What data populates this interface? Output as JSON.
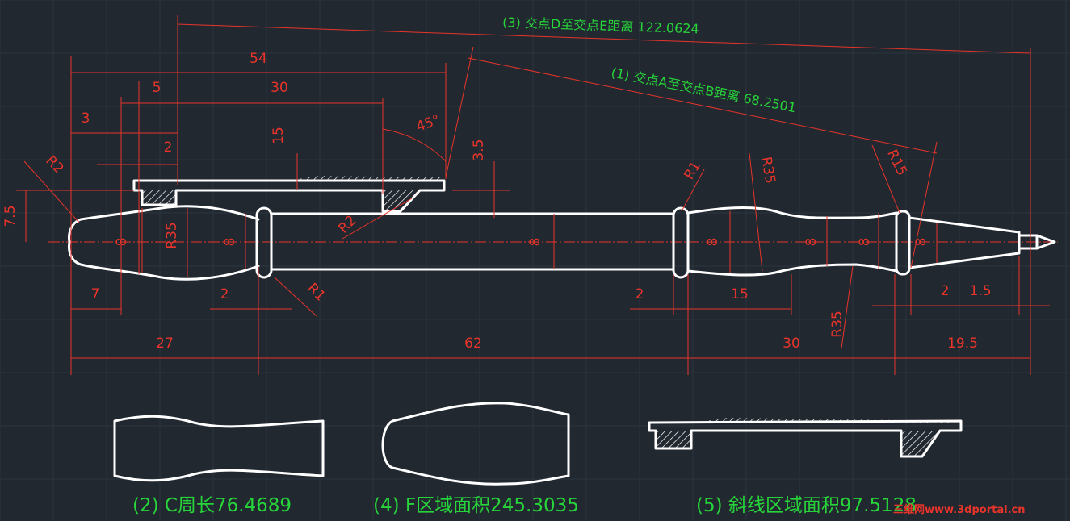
{
  "dimensions": {
    "d54": "54",
    "d5": "5",
    "d30": "30",
    "d3": "3",
    "d2a": "2",
    "d15": "15",
    "d45": "45°",
    "d35": "3.5",
    "dR2a": "R2",
    "dR2b": "R2",
    "d75": "7.5",
    "d8a": "8",
    "dR35a": "R35",
    "d8b": "8",
    "d8c": "8",
    "dR1a": "R1",
    "dR1b": "R1",
    "dR35b": "R35",
    "d8d": "8",
    "d8e": "8",
    "d8f": "8",
    "dR15": "R15",
    "d8g": "8",
    "d7": "7",
    "d2b": "2",
    "d2c": "2",
    "d15b": "15",
    "dR35c": "R35",
    "d2d": "2",
    "d15c": "1.5",
    "d27": "27",
    "d62": "62",
    "d30b": "30",
    "d195": "19.5"
  },
  "notes": {
    "n3": "(3)  交点D至交点E距离 122.0624",
    "n1": "(1)  交点A至交点B距离 68.2501"
  },
  "captions": {
    "c2": "(2)  C周长76.4689",
    "c4": "(4)  F区域面积245.3035",
    "c5": "(5)  斜线区域面积97.5128"
  },
  "watermark": "三维网www.3dportal.cn",
  "colors": {
    "background": "#212830",
    "dimension": "#e8342a",
    "annotation": "#27d43a",
    "outline": "#ffffff"
  }
}
